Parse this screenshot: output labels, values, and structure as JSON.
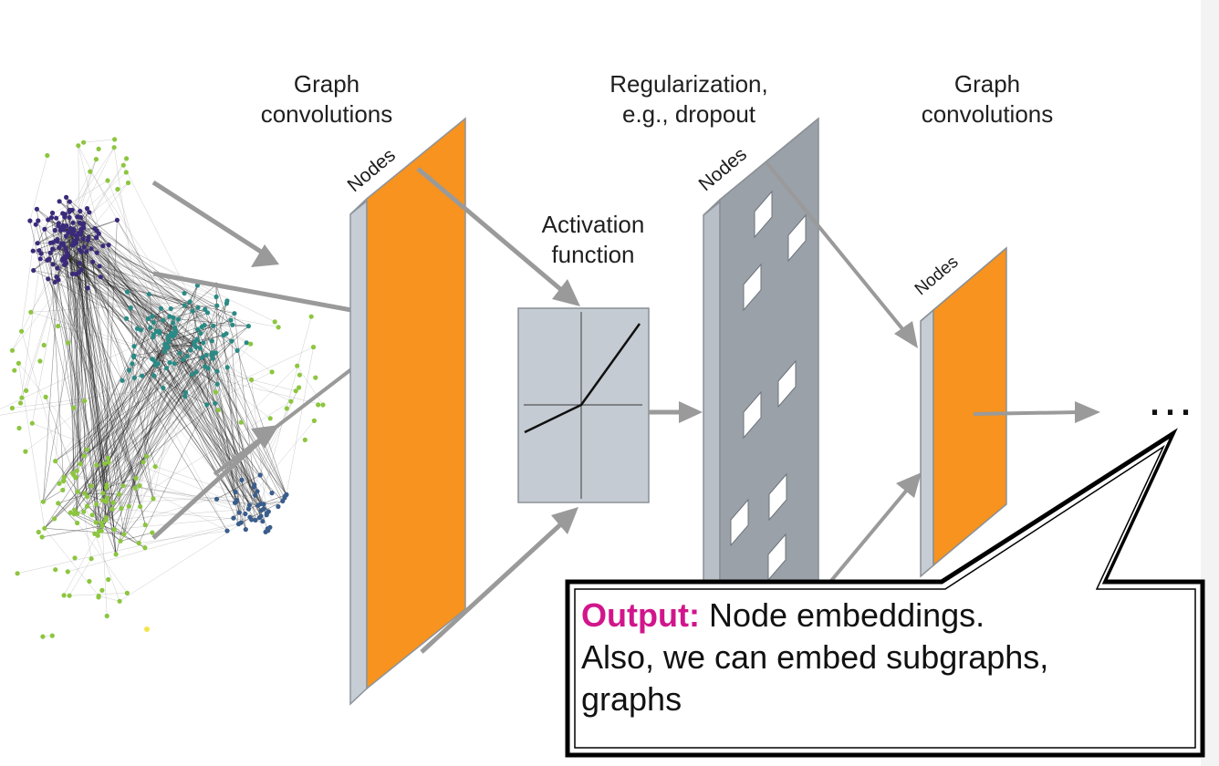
{
  "labels": {
    "graph_conv_1": [
      "Graph",
      "convolutions"
    ],
    "activation": [
      "Activation",
      "function"
    ],
    "regularization": [
      "Regularization,",
      "e.g., dropout"
    ],
    "graph_conv_2": [
      "Graph",
      "convolutions"
    ],
    "nodes": "Nodes",
    "ellipsis": "..."
  },
  "callout": {
    "keyword": "Output:",
    "line1_rest": " Node embeddings.",
    "line2": "Also, we can embed subgraphs,",
    "line3": "graphs"
  },
  "colors": {
    "layer_orange": "#f7931e",
    "layer_side": "#c7cdd4",
    "dropout_gray": "#9aa1a8",
    "activation_box": "#c5cbd2",
    "arrow": "#9a9a9a",
    "output_keyword": "#d1168c",
    "graph_purple": "#3b2a7a",
    "graph_teal": "#2a8a85",
    "graph_blue": "#3a5d8c",
    "graph_green": "#8cc63e"
  }
}
